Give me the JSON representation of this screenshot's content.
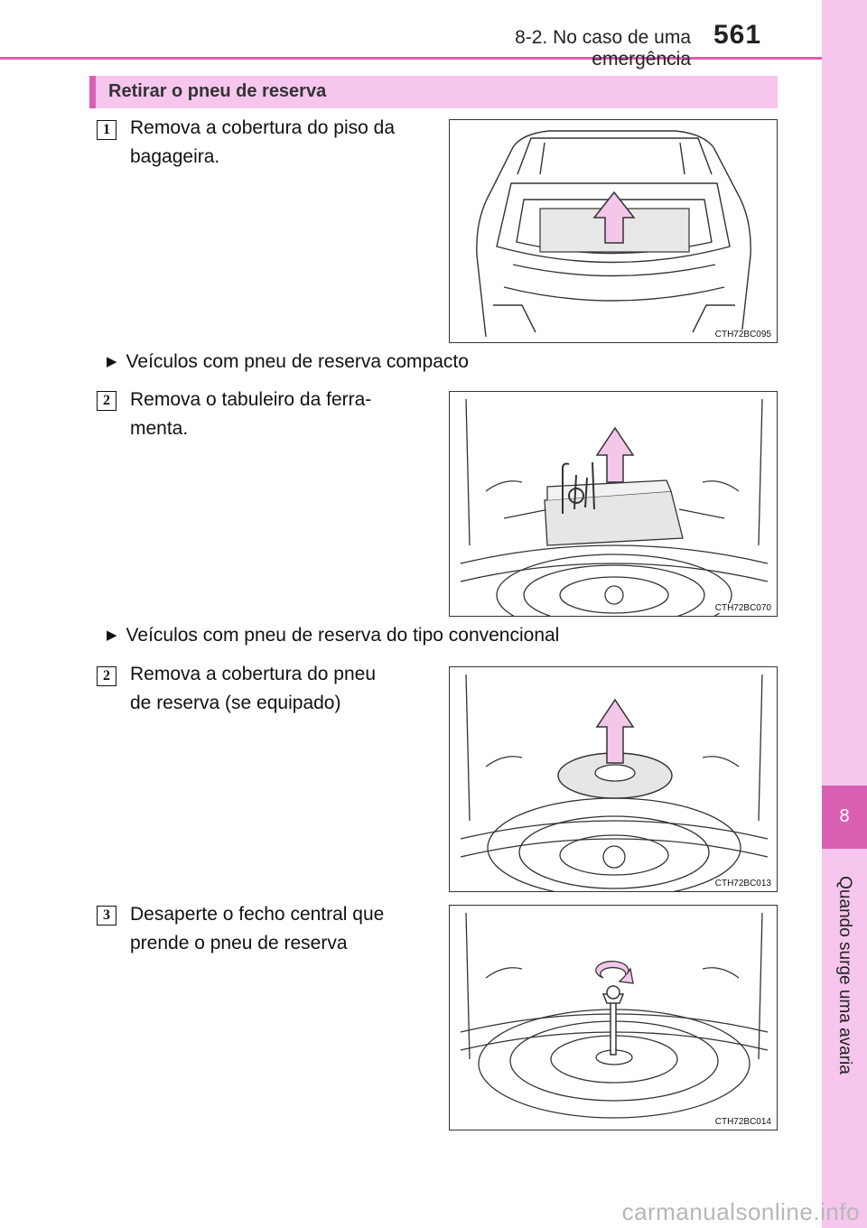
{
  "header": {
    "section_title": "8-2. No caso de uma emergência",
    "page_number": "561"
  },
  "side_tab": {
    "chapter_number": "8",
    "chapter_title": "Quando surge uma avaria"
  },
  "heading": "Retirar o pneu de reserva",
  "steps": [
    {
      "number": "1",
      "text": "Remova a cobertura do piso da bagageira.",
      "figure_code": "CTH72BC095"
    },
    {
      "number": "2",
      "text": "Remova o tabuleiro da ferra-menta.",
      "figure_code": "CTH72BC070"
    },
    {
      "number": "2",
      "text": "Remova a cobertura do pneu de reserva (se equipado)",
      "figure_code": "CTH72BC013"
    },
    {
      "number": "3",
      "text": "Desaperte o fecho central que prende o pneu de reserva",
      "figure_code": "CTH72BC014"
    }
  ],
  "subheadings": [
    "Veículos com pneu de reserva compacto",
    "Veículos com pneu de reserva do tipo convencional"
  ],
  "watermark": "carmanualsonline.info",
  "colors": {
    "accent": "#d95fb3",
    "tab_background": "#f6c6ee",
    "arrow_fill": "#f4c6ea"
  }
}
